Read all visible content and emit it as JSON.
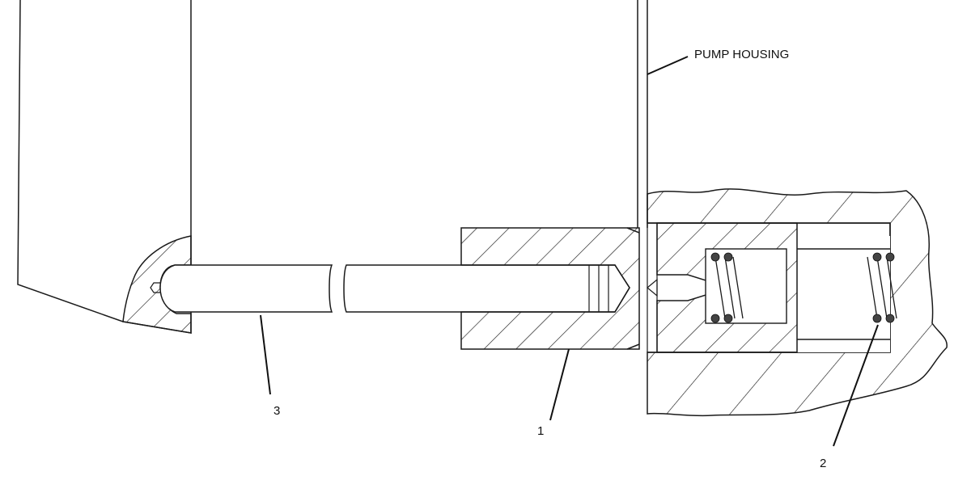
{
  "labels": {
    "pump_housing": "PUMP HOUSING",
    "part_1": "1",
    "part_2": "2",
    "part_3": "3"
  },
  "colors": {
    "line": "#1a1a1a",
    "background": "#ffffff"
  }
}
